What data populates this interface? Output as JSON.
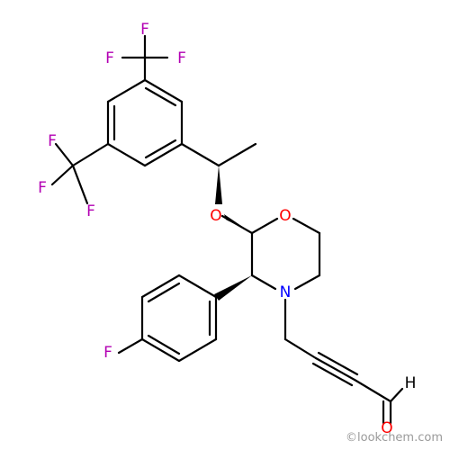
{
  "molecule": {
    "atoms": {
      "f1": "F",
      "f2": "F",
      "f3": "F",
      "f4": "F",
      "f5": "F",
      "f6": "F",
      "o_ether": "O",
      "o_ring": "O",
      "n_ring": "N",
      "f_aryl": "F",
      "o_ald": "O",
      "h_ald": "H"
    }
  },
  "colors": {
    "fluorine": "#b300b3",
    "oxygen": "#ff0000",
    "nitrogen": "#0000ff",
    "carbon": "#000000"
  },
  "watermark": "©lookchem.com"
}
